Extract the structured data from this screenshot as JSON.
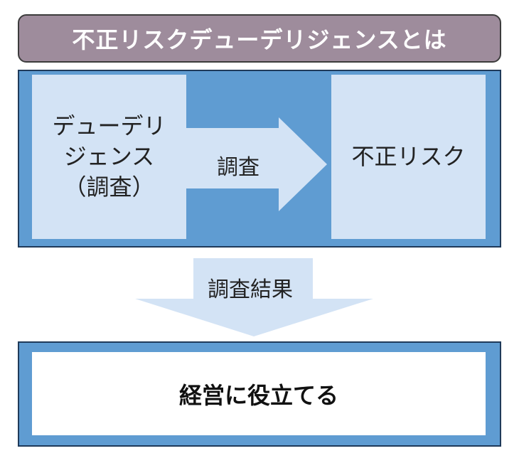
{
  "title": "不正リスクデューデリジェンスとは",
  "left_box": {
    "line1": "デューデリ",
    "line2": "ジェンス",
    "line3": "（調査）"
  },
  "arrow_label": "調査",
  "right_box": "不正リスク",
  "down_arrow_label": "調査結果",
  "result": "経営に役立てる",
  "colors": {
    "title_bg": "#9e8c9c",
    "panel": "#5f9cd2",
    "light": "#d3e3f5"
  }
}
